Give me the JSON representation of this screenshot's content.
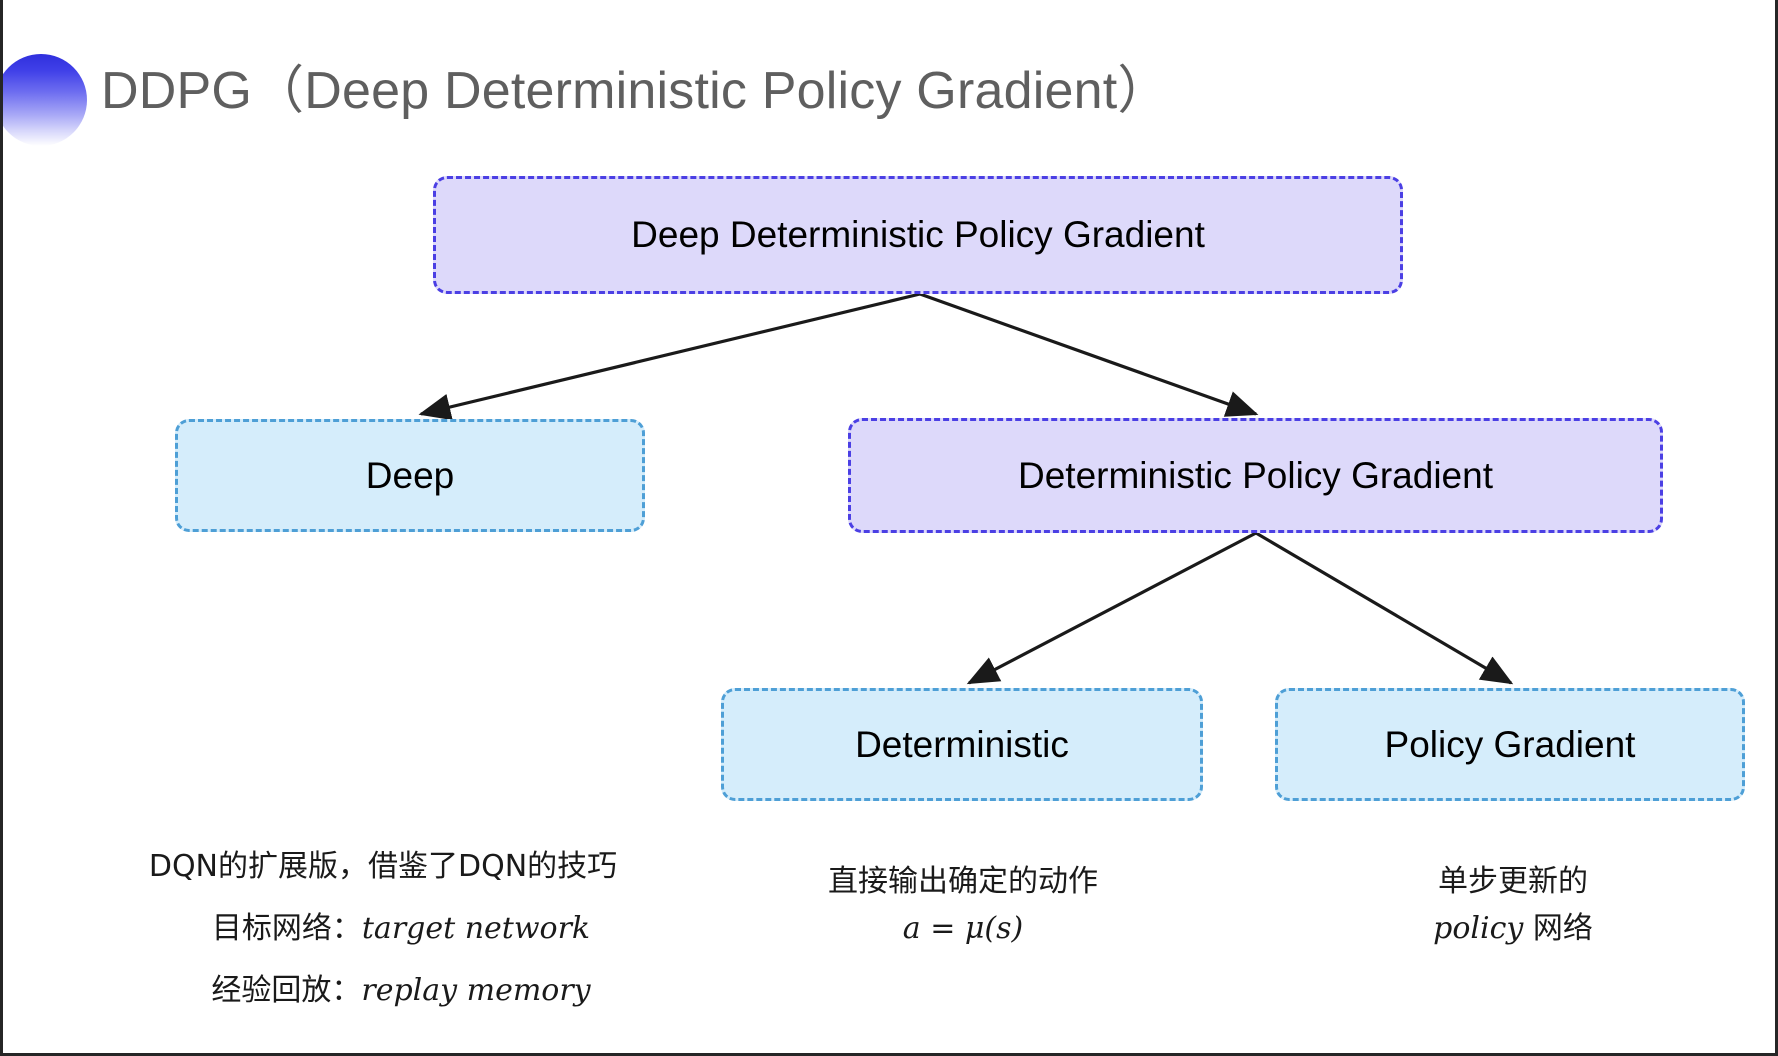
{
  "slide": {
    "title": "DDPG（Deep Deterministic Policy Gradient）",
    "decoration": "half-circle-gradient",
    "background_color": "#ffffff",
    "border_color": "#262626"
  },
  "colors": {
    "purple_fill": "#ddd9fa",
    "purple_border": "#4b3fe4",
    "blue_fill": "#d5edfb",
    "blue_border": "#4e9fd6",
    "title_text": "#5f5f5f",
    "body_text": "#1a1a1a",
    "arrow": "#1a1a1a",
    "decor_gradient_from": "#2f2fdd",
    "decor_gradient_to": "#ffffff"
  },
  "tree": {
    "root": {
      "label": "Deep Deterministic Policy Gradient",
      "style": "purple"
    },
    "level2": [
      {
        "label": "Deep",
        "style": "blue"
      },
      {
        "label": "Deterministic Policy Gradient",
        "style": "purple"
      }
    ],
    "level3": [
      {
        "label": "Deterministic",
        "style": "blue"
      },
      {
        "label": "Policy Gradient",
        "style": "blue"
      }
    ]
  },
  "annotations": {
    "deep": {
      "line1": "DQN的扩展版，借鉴了DQN的技巧",
      "line2_label": "目标网络：",
      "line2_term": "target network",
      "line3_label": "经验回放：",
      "line3_term": "replay memory"
    },
    "deterministic": {
      "line1": "直接输出确定的动作",
      "formula": "a = μ(s)"
    },
    "policy_gradient": {
      "line1": "单步更新的",
      "line2_term": "policy",
      "line2_label": " 网络"
    }
  }
}
